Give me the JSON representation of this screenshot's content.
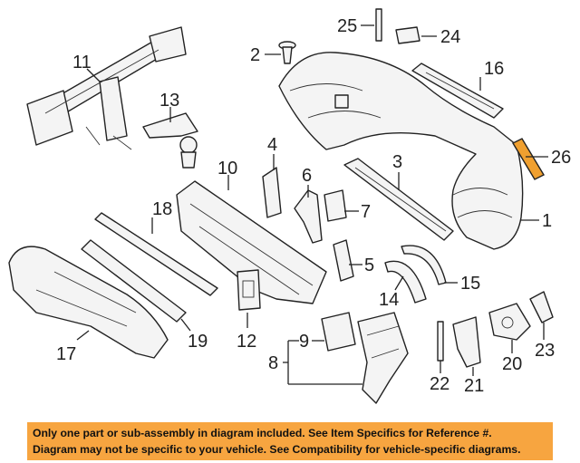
{
  "callouts": [
    "1",
    "2",
    "3",
    "4",
    "5",
    "6",
    "7",
    "8",
    "9",
    "10",
    "11",
    "12",
    "13",
    "14",
    "15",
    "16",
    "17",
    "18",
    "19",
    "20",
    "21",
    "22",
    "23",
    "24",
    "25",
    "26"
  ],
  "highlight_color": "#f0a030",
  "notice": {
    "line1": "Only one part or sub-assembly in diagram included. See Item Specifics for Reference #.",
    "line2": "Diagram may not be specific to your vehicle. See Compatibility for vehicle-specific diagrams."
  }
}
